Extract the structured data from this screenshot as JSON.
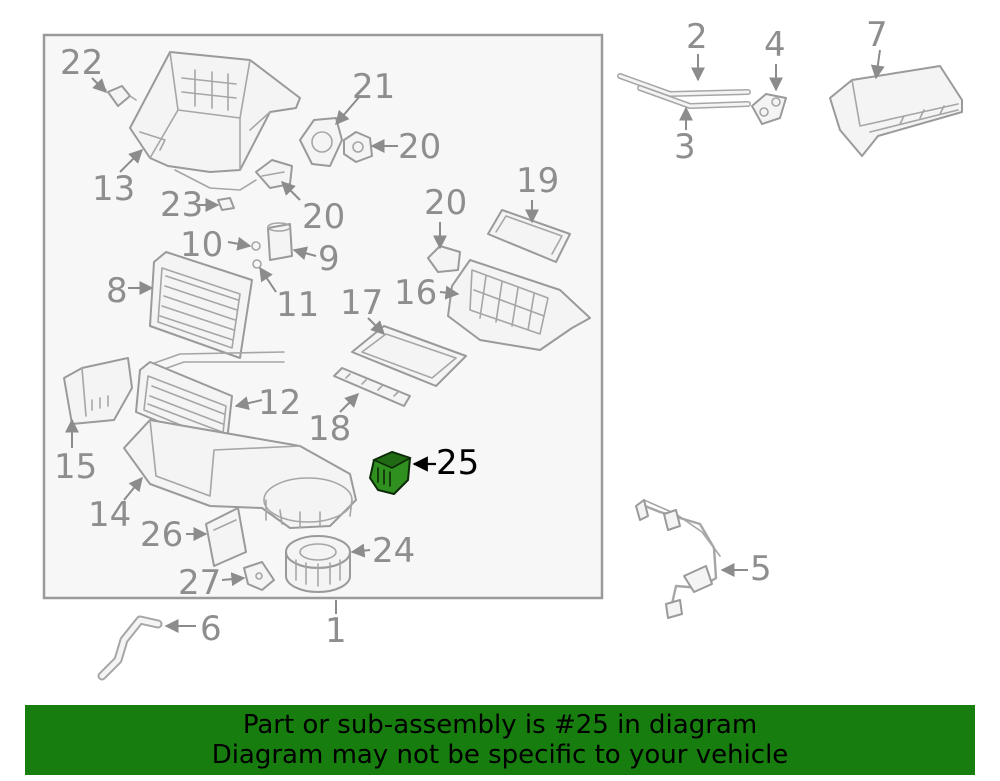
{
  "callouts": {
    "c1": "1",
    "c2": "2",
    "c3": "3",
    "c4": "4",
    "c5": "5",
    "c6": "6",
    "c7": "7",
    "c8": "8",
    "c9": "9",
    "c10": "10",
    "c11": "11",
    "c12": "12",
    "c13": "13",
    "c14": "14",
    "c15": "15",
    "c16": "16",
    "c17": "17",
    "c18": "18",
    "c19": "19",
    "c20a": "20",
    "c20b": "20",
    "c20c": "20",
    "c21": "21",
    "c22": "22",
    "c23": "23",
    "c24": "24",
    "c25": "25",
    "c26": "26",
    "c27": "27"
  },
  "highlighted_part": "25",
  "colors": {
    "highlight_fill": "#2f8f1f",
    "banner_background": "#177d0e",
    "line_gray": "#9a9a9a"
  },
  "banner": {
    "line1": "Part or sub-assembly is #25 in diagram",
    "line2": "Diagram may not be specific to your vehicle"
  }
}
